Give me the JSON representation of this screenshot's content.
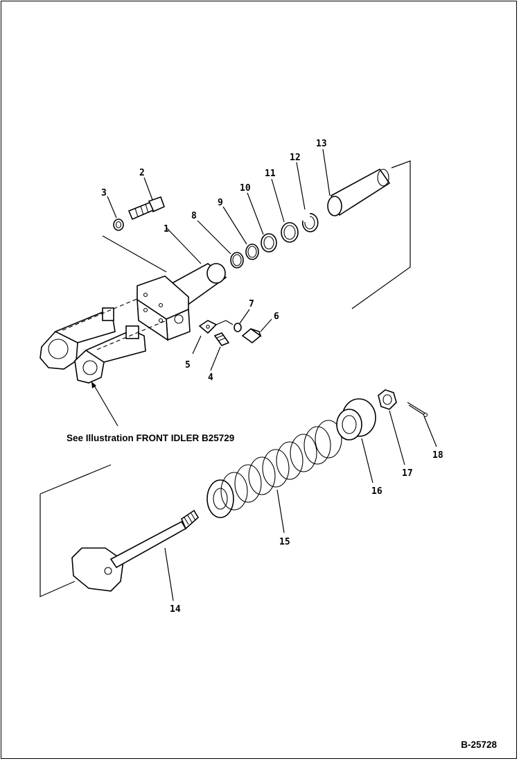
{
  "diagram": {
    "reference_note": "See Illustration FRONT IDLER B25729",
    "figure_id": "B-25728",
    "part_labels": {
      "p1": "1",
      "p2": "2",
      "p3": "3",
      "p4": "4",
      "p5": "5",
      "p6": "6",
      "p7": "7",
      "p8": "8",
      "p9": "9",
      "p10": "10",
      "p11": "11",
      "p12": "12",
      "p13": "13",
      "p14": "14",
      "p15": "15",
      "p16": "16",
      "p17": "17",
      "p18": "18"
    }
  }
}
